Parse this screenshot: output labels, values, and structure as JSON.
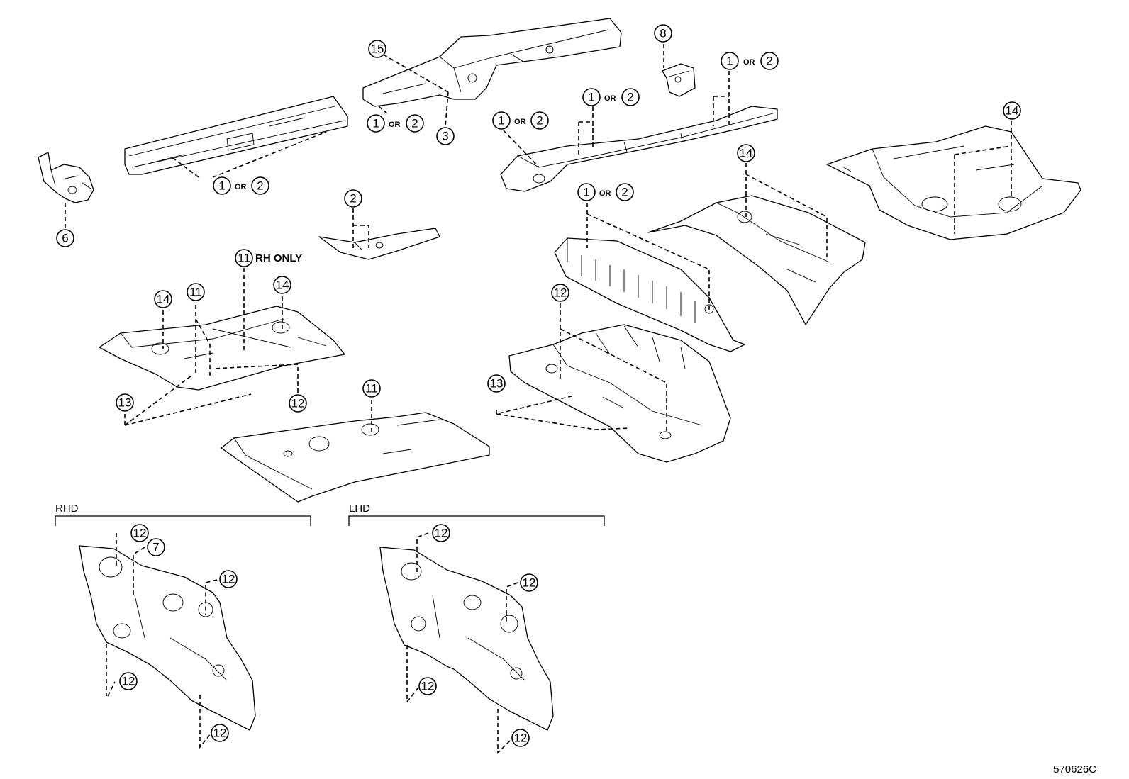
{
  "figure_code": "570626C",
  "sections": {
    "rhd": "RHD",
    "lhd": "LHD"
  },
  "or_word": "OR",
  "rh_only_note": "RH ONLY",
  "callouts": {
    "c15": "15",
    "c8": "8",
    "c1a": "1",
    "c2a": "2",
    "c1b": "1",
    "c2b": "2",
    "c1c": "1",
    "c2c": "2",
    "c3": "3",
    "c1d": "1",
    "c2d": "2",
    "c1e": "1",
    "c2e": "2",
    "c14a": "14",
    "c6": "6",
    "c2f": "2",
    "c14b": "14",
    "c1f": "1",
    "c2g": "2",
    "c11a": "11",
    "c14c": "14",
    "c11b": "11",
    "c14d": "14",
    "c12a": "12",
    "c13a": "13",
    "c12b": "12",
    "c13b": "13",
    "c11c": "11",
    "c12c": "12",
    "c7": "7",
    "c12d": "12",
    "c12e": "12",
    "c12f": "12",
    "c12g": "12",
    "c12h": "12",
    "c12i": "12",
    "c12j": "12"
  }
}
